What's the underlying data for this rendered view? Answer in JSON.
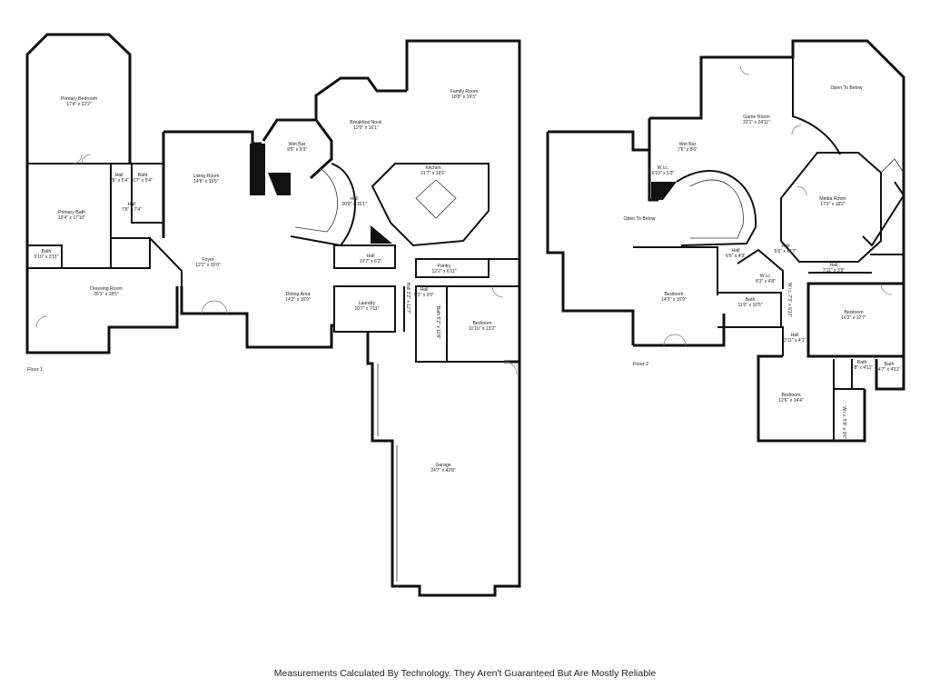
{
  "floors": [
    {
      "label": "Floor 1"
    },
    {
      "label": "Floor 2"
    }
  ],
  "rooms": [
    {
      "name": "Primary Bedroom",
      "dims": "17'4\" x 22'2\""
    },
    {
      "name": "Primary Bath",
      "dims": "13'4\" x 17'10\""
    },
    {
      "name": "Hall",
      "dims": "7'8\" x 5'4\""
    },
    {
      "name": "Bath",
      "dims": "6'7\" x 5'4\""
    },
    {
      "name": "Hall",
      "dims": "7'8\" x 7'4\""
    },
    {
      "name": "Bath",
      "dims": "5'10\" x 3'11\""
    },
    {
      "name": "Dressing Room",
      "dims": "26'1\" x 18'5\""
    },
    {
      "name": "Living Room",
      "dims": "14'8\" x 15'5\""
    },
    {
      "name": "Foyer",
      "dims": "12'2\" x 15'0\""
    },
    {
      "name": "Wet Bar",
      "dims": "9'5\" x 9'3\""
    },
    {
      "name": "Breakfast Nook",
      "dims": "12'0\" x 16'1\""
    },
    {
      "name": "Family Room",
      "dims": "18'8\" x 19'3\""
    },
    {
      "name": "Kitchen",
      "dims": "21'7\" x 18'6\""
    },
    {
      "name": "Hall",
      "dims": "20'9\" x 16'1\""
    },
    {
      "name": "Hall",
      "dims": "10'7\" x 6'2\""
    },
    {
      "name": "Dining Area",
      "dims": "14'2\" x 16'9\""
    },
    {
      "name": "Pantry",
      "dims": "12'2\" x 6'11\""
    },
    {
      "name": "Hall",
      "dims": "5'2\" x 3'0\""
    },
    {
      "name": "Laundry",
      "dims": "10'7\" x 7'11\""
    },
    {
      "name": "Bedroom",
      "dims": "11'10\" x 13'2\""
    },
    {
      "name": "Garage",
      "dims": "24'7\" x 43'8\""
    },
    {
      "name": "Game Room",
      "dims": "22'1\" x 24'11\""
    },
    {
      "name": "Open To Below",
      "dims": ""
    },
    {
      "name": "Wet Bar",
      "dims": "7'6\" x 8'6\""
    },
    {
      "name": "W.i.c.",
      "dims": "6'10\" x 5'3\""
    },
    {
      "name": "Media Room",
      "dims": "17'3\" x 18'2\""
    },
    {
      "name": "Open To Below",
      "dims": ""
    },
    {
      "name": "Hall",
      "dims": "6'6\" x 4'9\""
    },
    {
      "name": "Hall",
      "dims": "5'6\" x 14'7\""
    },
    {
      "name": "Bedroom",
      "dims": "14'3\" x 16'9\""
    },
    {
      "name": "W.i.c.",
      "dims": "8'3\" x 4'8\""
    },
    {
      "name": "Hall",
      "dims": "7'11\" x 3'9\""
    },
    {
      "name": "Bath",
      "dims": "11'0\" x 10'5\""
    },
    {
      "name": "Bedroom",
      "dims": "16'2\" x 12'7\""
    },
    {
      "name": "Hall",
      "dims": "3'11\" x 4'1\""
    },
    {
      "name": "Bath",
      "dims": "5'8\" x 4'11\""
    },
    {
      "name": "Bath",
      "dims": "4'7\" x 4'11\""
    },
    {
      "name": "Bedroom",
      "dims": "12'6\" x 14'4\""
    }
  ],
  "vertical_labels": [
    {
      "text": "Hall 2'2\" x 12'7\""
    },
    {
      "text": "Bath 5'2\" x 10'6\""
    },
    {
      "text": "W.i.c. 7'3\" x 6'10\""
    },
    {
      "text": "W.i.c. 5'8\" x 3'6\""
    }
  ],
  "footer": "Measurements Calculated By Technology. They Aren't Guaranteed But Are Mostly Reliable"
}
